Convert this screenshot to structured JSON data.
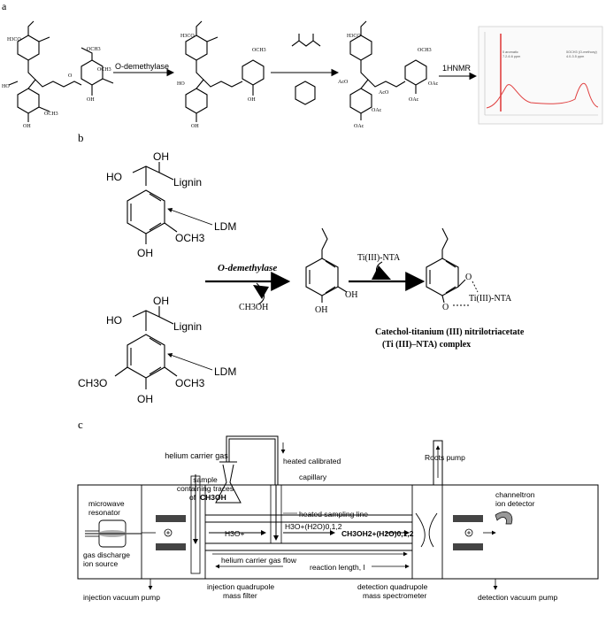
{
  "panels": {
    "a": "a",
    "b": "b",
    "c": "c"
  },
  "panel_a": {
    "groups": [
      "H3CO",
      "OCH3",
      "HO",
      "OH",
      "OAc",
      "AcO",
      "O"
    ],
    "step1": "O-demethylase",
    "step3": "1HNMR",
    "spectrum_peak1": "δ aromatic",
    "spectrum_peak1_sub": "7.2-6.6 ppm",
    "spectrum_peak2": "δOCH3 (O-methoxy)",
    "spectrum_peak2_sub": "4.0-3.5 ppm",
    "spectrum_bar_color": "#e04040"
  },
  "panel_b": {
    "oh": "OH",
    "ho": "HO",
    "lignin": "Lignin",
    "ldm": "LDM",
    "och3": "OCH3",
    "ch3o": "CH3O",
    "enzyme": "O-demethylase",
    "byproduct": "CH3OH",
    "reagent": "Ti(III)-NTA",
    "complex_o": "O",
    "complex_label": "Ti(III)-NTA",
    "product_line1": "Catechol-titanium (III) nitrilotriacetate",
    "product_line2": "(Ti (III)–NTA) complex"
  },
  "panel_c": {
    "helium_carrier_gas": "helium carrier gas",
    "sample_line1": "sample",
    "sample_line2": "containing traces",
    "sample_line3_prefix": "of ",
    "sample_line3_bold": "CH3OH",
    "heated_capillary1": "heated calibrated",
    "heated_capillary2": "capillary",
    "heated_sampling_line": "heated sampling line",
    "roots_pump": "Roots pump",
    "channeltron1": "channeltron",
    "channeltron2": "ion detector",
    "microwave1": "microwave",
    "microwave2": "resonator",
    "h3o": "H3O+",
    "h3o_clusters": "H3O+(H2O)0,1,2",
    "ch3oh_clusters": "CH3OH2+(H2O)0,1,2",
    "gas_discharge1": "gas discharge",
    "gas_discharge2": "ion source",
    "helium_flow": "helium carrier gas flow",
    "reaction_length": "reaction length, l",
    "injection_pump": "injection vacuum pump",
    "injection_filter1": "injection quadrupole",
    "injection_filter2": "mass filter",
    "detection_quad1": "detection quadrupole",
    "detection_quad2": "mass spectrometer",
    "detection_pump": "detection vacuum pump"
  }
}
